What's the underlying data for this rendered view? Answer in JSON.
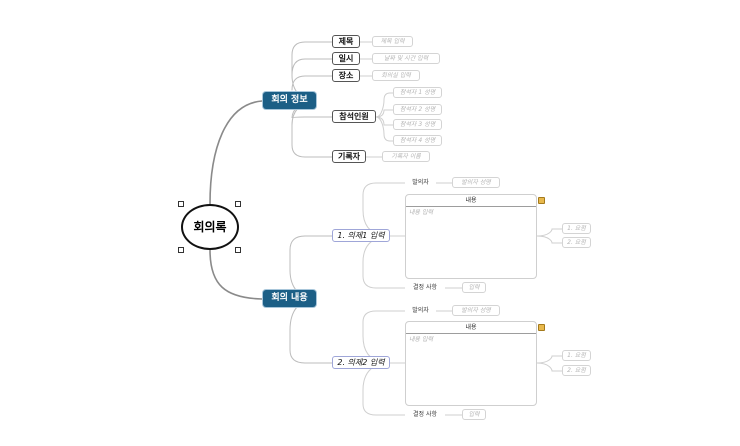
{
  "central": {
    "label": "회의록"
  },
  "meeting_info": {
    "label": "회의 정보",
    "items": [
      {
        "label": "제목",
        "placeholder": "제목 입력"
      },
      {
        "label": "일시",
        "placeholder": "날짜 및 시간 입력"
      },
      {
        "label": "장소",
        "placeholder": "회의실 입력"
      },
      {
        "label": "참석인원",
        "attendees": [
          "참석자 1 성명",
          "참석자 2 성명",
          "참석자 3 성명",
          "참석자 4 성명"
        ]
      },
      {
        "label": "기록자",
        "placeholder": "기록자 이름"
      }
    ]
  },
  "meeting_content": {
    "label": "회의 내용",
    "agendas": [
      {
        "label": "1. 의제1 입력",
        "presenter_label": "발의자",
        "presenter_placeholder": "발의자 성명",
        "content_header": "내용",
        "content_placeholder": "내용 입력",
        "points": [
          "1. 요점",
          "2. 요점"
        ],
        "decision_label": "결정 사항",
        "decision_placeholder": "입력"
      },
      {
        "label": "2. 의제2 입력",
        "presenter_label": "발의자",
        "presenter_placeholder": "발의자 성명",
        "content_header": "내용",
        "content_placeholder": "내용 입력",
        "points": [
          "1. 요점",
          "2. 요점"
        ],
        "decision_label": "결정 사항",
        "decision_placeholder": "입력"
      }
    ]
  },
  "colors": {
    "main_topic_bg": "#1c5f86",
    "connector": "#b5b5b5",
    "agenda_border": "#9fa6d8",
    "note_icon": "#e8b84c"
  }
}
